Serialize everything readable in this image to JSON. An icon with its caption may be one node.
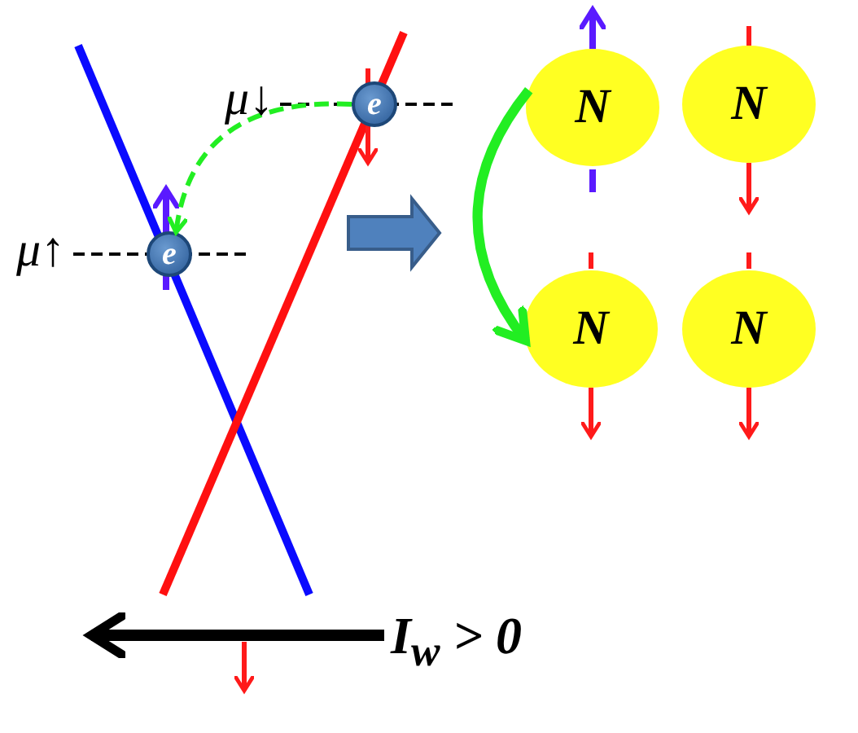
{
  "diagram": {
    "nodes": [
      {
        "text": [
          "e"
        ]
      },
      {
        "text": [
          "e"
        ]
      },
      {
        "text": [
          "N"
        ]
      },
      {
        "text": [
          "N"
        ]
      },
      {
        "text": [
          "N"
        ]
      },
      {
        "text": [
          "N"
        ]
      }
    ],
    "edges": [
      {
        "from": 0,
        "to": 1,
        "arrow": "to",
        "style": "dashed"
      },
      {
        "from": 2,
        "to": 4,
        "arrow": "to",
        "style": "thick"
      }
    ],
    "labels": [
      "μ↓",
      "μ↑",
      "I$_{w}$ > 0"
    ]
  }
}
